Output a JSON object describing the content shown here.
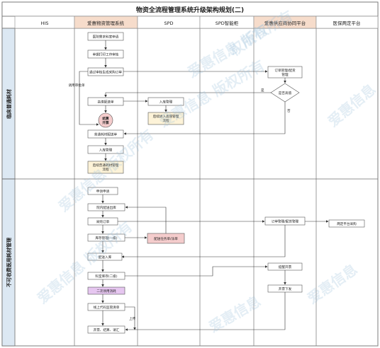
{
  "title": "物资全流程管理系统升级架构规划(二)",
  "columns": [
    "HIS",
    "爱惠物资管理系统",
    "SPD",
    "SPD智能柜",
    "爱惠供应商协同平台",
    "医保两定平台"
  ],
  "lanes": [
    "临床普通耗材",
    "不可收费医用耗材管理"
  ],
  "watermarks": [
    "爱惠信息 版权所有",
    "爱惠信息 版权所有",
    "爱惠信息 版权所有",
    "爱惠信息",
    "爱惠信息 版权所有",
    "爱惠信息",
    "爱惠信息",
    "权所有"
  ],
  "nodes": {
    "n_apply_dept": "医院需求科室申请",
    "n_fill_work": "单据打印工作审核",
    "n_build_order": "通过审核生成采购订单",
    "n_high_value": "高值配送单",
    "n_settle": "结算\n开票",
    "n_normal_dist": "普通耗材配送单",
    "n_store_mgmt": "入库管理",
    "n_follow_normal": "后续普通耗材管理\n流程",
    "n_spd_in": "入库管理",
    "n_spd_follow": "后续进入高值管理\n流程",
    "n_order_mgmt": "订单管理/配货\n管理",
    "n_decision": "是否高值",
    "n_apply2": "申领申请",
    "n_dist_out": "院内配送出库",
    "n_purchase": "采购订单",
    "n_stock_mgmt": "库存管理(一级)",
    "n_dist_in": "配送入库",
    "n_level2": "科室库存(二级)",
    "n_consume2": "二次领用消耗",
    "n_upload": "线上代码监管清单",
    "n_finish": "开票、结算、请汇",
    "n_spd_task": "配送任务单/派单",
    "n_order2": "订单管理/配货管理",
    "n_gen_invoice": "提醒开票",
    "n_invoice_down": "开票下发",
    "n_platform": "两定平台采购"
  },
  "edge_labels": {
    "consume_ret": "调用审批单",
    "yes": "是",
    "no": "否",
    "upload": "上传"
  }
}
